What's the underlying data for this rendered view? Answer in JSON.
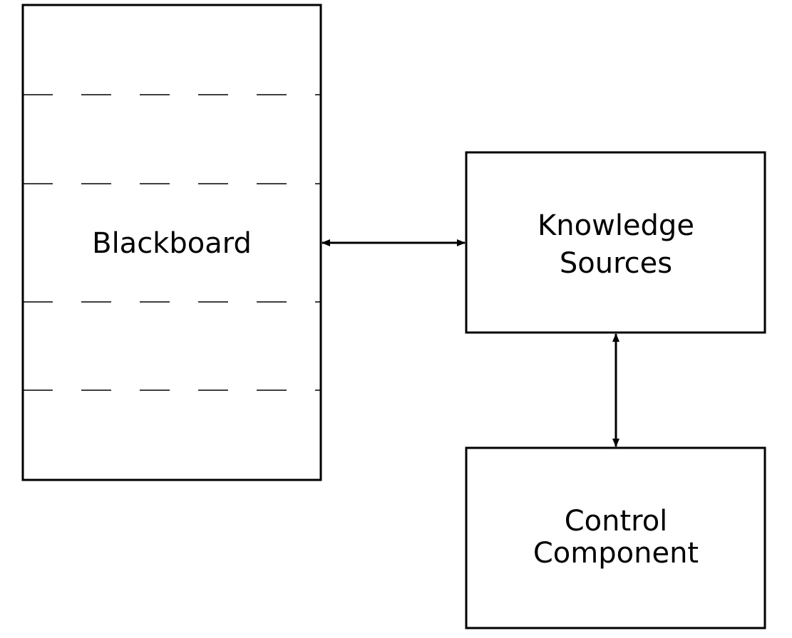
{
  "blackboard": {
    "label": "Blackboard"
  },
  "knowledge_sources": {
    "label_line1": "Knowledge",
    "label_line2": "Sources"
  },
  "control_component": {
    "label_line1": "Control",
    "label_line2": "Component"
  },
  "colors": {
    "stroke": "#000000",
    "background": "#ffffff"
  }
}
